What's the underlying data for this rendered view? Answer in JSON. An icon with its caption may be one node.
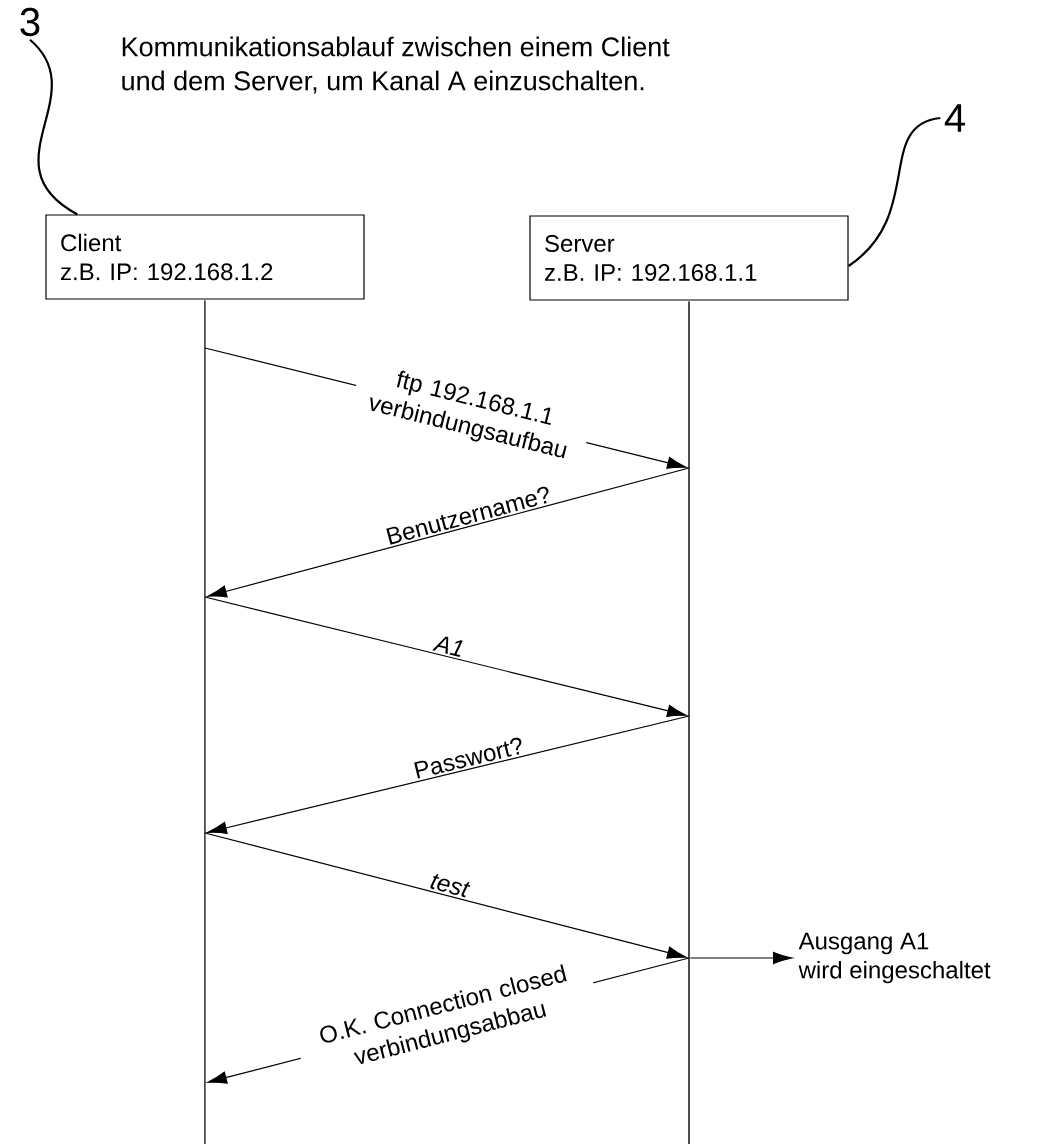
{
  "diagram": {
    "title": "Kommunikationsablauf zwischen einem Client und dem Server, um Kanal A einzuschalten.",
    "nodes": [
      {
        "text": [
          "Client",
          "z.B. IP: 192.168.1.2"
        ]
      },
      {
        "text": [
          "Server",
          "z.B. IP: 192.168.1.1"
        ]
      },
      {
        "text": [
          "3"
        ]
      },
      {
        "text": [
          "4"
        ]
      },
      {
        "text": [
          "Ausgang A1 wird eingeschaltet"
        ]
      },
      {
        "text": [],
        "shape": "bar"
      },
      {
        "text": [],
        "shape": "bar"
      }
    ],
    "edges": [
      {
        "from": 5,
        "to": 6,
        "arrow": "to",
        "label": "ftp 192.168.1.1 verbindungsaufbau"
      },
      {
        "from": 6,
        "to": 5,
        "arrow": "to",
        "label": "Benutzername?"
      },
      {
        "from": 5,
        "to": 6,
        "arrow": "to",
        "label": "A1"
      },
      {
        "from": 6,
        "to": 5,
        "arrow": "to",
        "label": "Passwort?"
      },
      {
        "from": 5,
        "to": 6,
        "arrow": "to",
        "label": "test"
      },
      {
        "from": 6,
        "to": 5,
        "arrow": "to",
        "label": "O.K. Connection closed verbindungsabbau"
      },
      {
        "from": 2,
        "to": 0,
        "arrow": "none"
      },
      {
        "from": 3,
        "to": 1,
        "arrow": "none"
      },
      {
        "from": 6,
        "to": 4,
        "arrow": "to"
      }
    ]
  }
}
